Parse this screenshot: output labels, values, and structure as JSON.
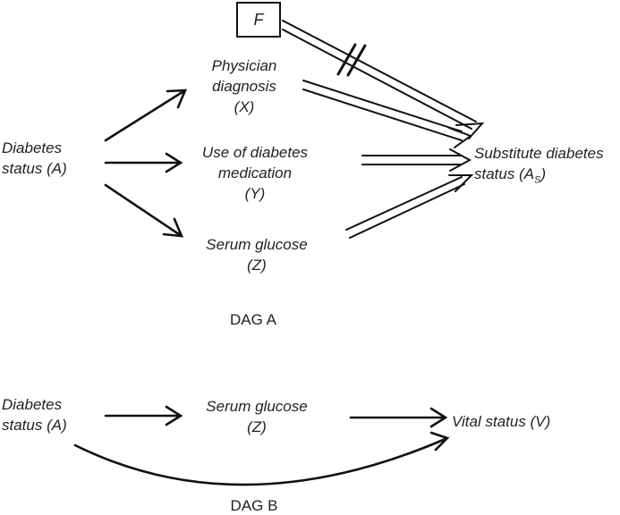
{
  "dag_a": {
    "caption": "DAG A",
    "f_node": "F",
    "diabetes_status": [
      "Diabetes",
      "status (A)"
    ],
    "physician_diagnosis": [
      "Physician",
      "diagnosis",
      "(X)"
    ],
    "diabetes_medication": [
      "Use of diabetes",
      "medication",
      "(Y)"
    ],
    "serum_glucose": [
      "Serum glucose",
      "(Z)"
    ],
    "substitute_status": {
      "line1": "Substitute diabetes",
      "line2_prefix": "status (A",
      "line2_sub": "S",
      "line2_suffix": ")"
    }
  },
  "dag_b": {
    "caption": "DAG B",
    "diabetes_status": [
      "Diabetes",
      "status (A)"
    ],
    "serum_glucose": [
      "Serum glucose",
      "(Z)"
    ],
    "vital_status": "Vital status (V)"
  }
}
